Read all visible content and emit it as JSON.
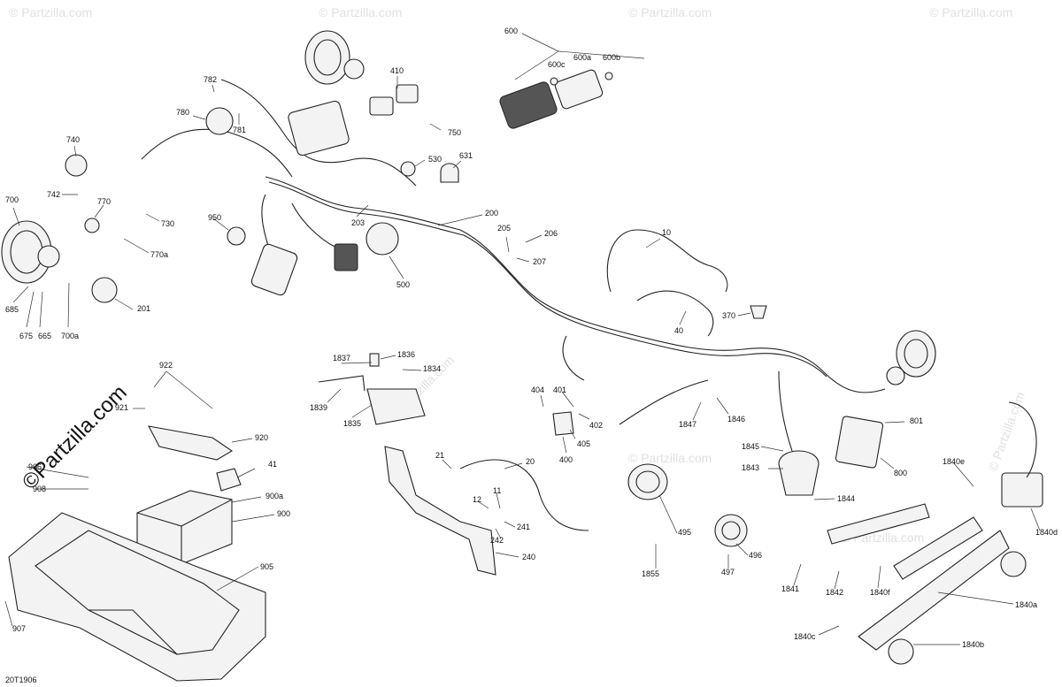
{
  "watermark": "© Partzilla.com",
  "brand": "©Partzilla.com",
  "ref_code": "20T1906",
  "callouts": {
    "c600": "600",
    "c600c": "600c",
    "c600a": "600a",
    "c600b": "600b",
    "c782": "782",
    "c780": "780",
    "c781": "781",
    "c410": "410",
    "c750": "750",
    "c740": "740",
    "c742": "742",
    "c770": "770",
    "c730": "730",
    "c770a": "770a",
    "c950": "950",
    "c530": "530",
    "c631": "631",
    "c203": "203",
    "c200": "200",
    "c700": "700",
    "c685": "685",
    "c675": "675",
    "c665": "665",
    "c700a": "700a",
    "c201": "201",
    "c205": "205",
    "c206": "206",
    "c207": "207",
    "c500": "500",
    "c10": "10",
    "c370": "370",
    "c40": "40",
    "c922": "922",
    "c921": "921",
    "c920": "920",
    "c1837": "1837",
    "c1836": "1836",
    "c1834": "1834",
    "c1839": "1839",
    "c1835": "1835",
    "c404": "404",
    "c401": "401",
    "c402": "402",
    "c405": "405",
    "c400": "400",
    "c1847": "1847",
    "c1846": "1846",
    "c801": "801",
    "c800": "800",
    "c1845": "1845",
    "c1843": "1843",
    "c1840e": "1840e",
    "c906": "906",
    "c908": "908",
    "c41": "41",
    "c900a": "900a",
    "c900": "900",
    "c21": "21",
    "c20": "20",
    "c11": "11",
    "c12": "12",
    "c241": "241",
    "c242": "242",
    "c240": "240",
    "c495": "495",
    "c496": "496",
    "c497": "497",
    "c1855": "1855",
    "c1844": "1844",
    "c1840d": "1840d",
    "c1841": "1841",
    "c1842": "1842",
    "c1840f": "1840f",
    "c1840a": "1840a",
    "c1840c": "1840c",
    "c1840b": "1840b",
    "c905": "905",
    "c907": "907"
  }
}
